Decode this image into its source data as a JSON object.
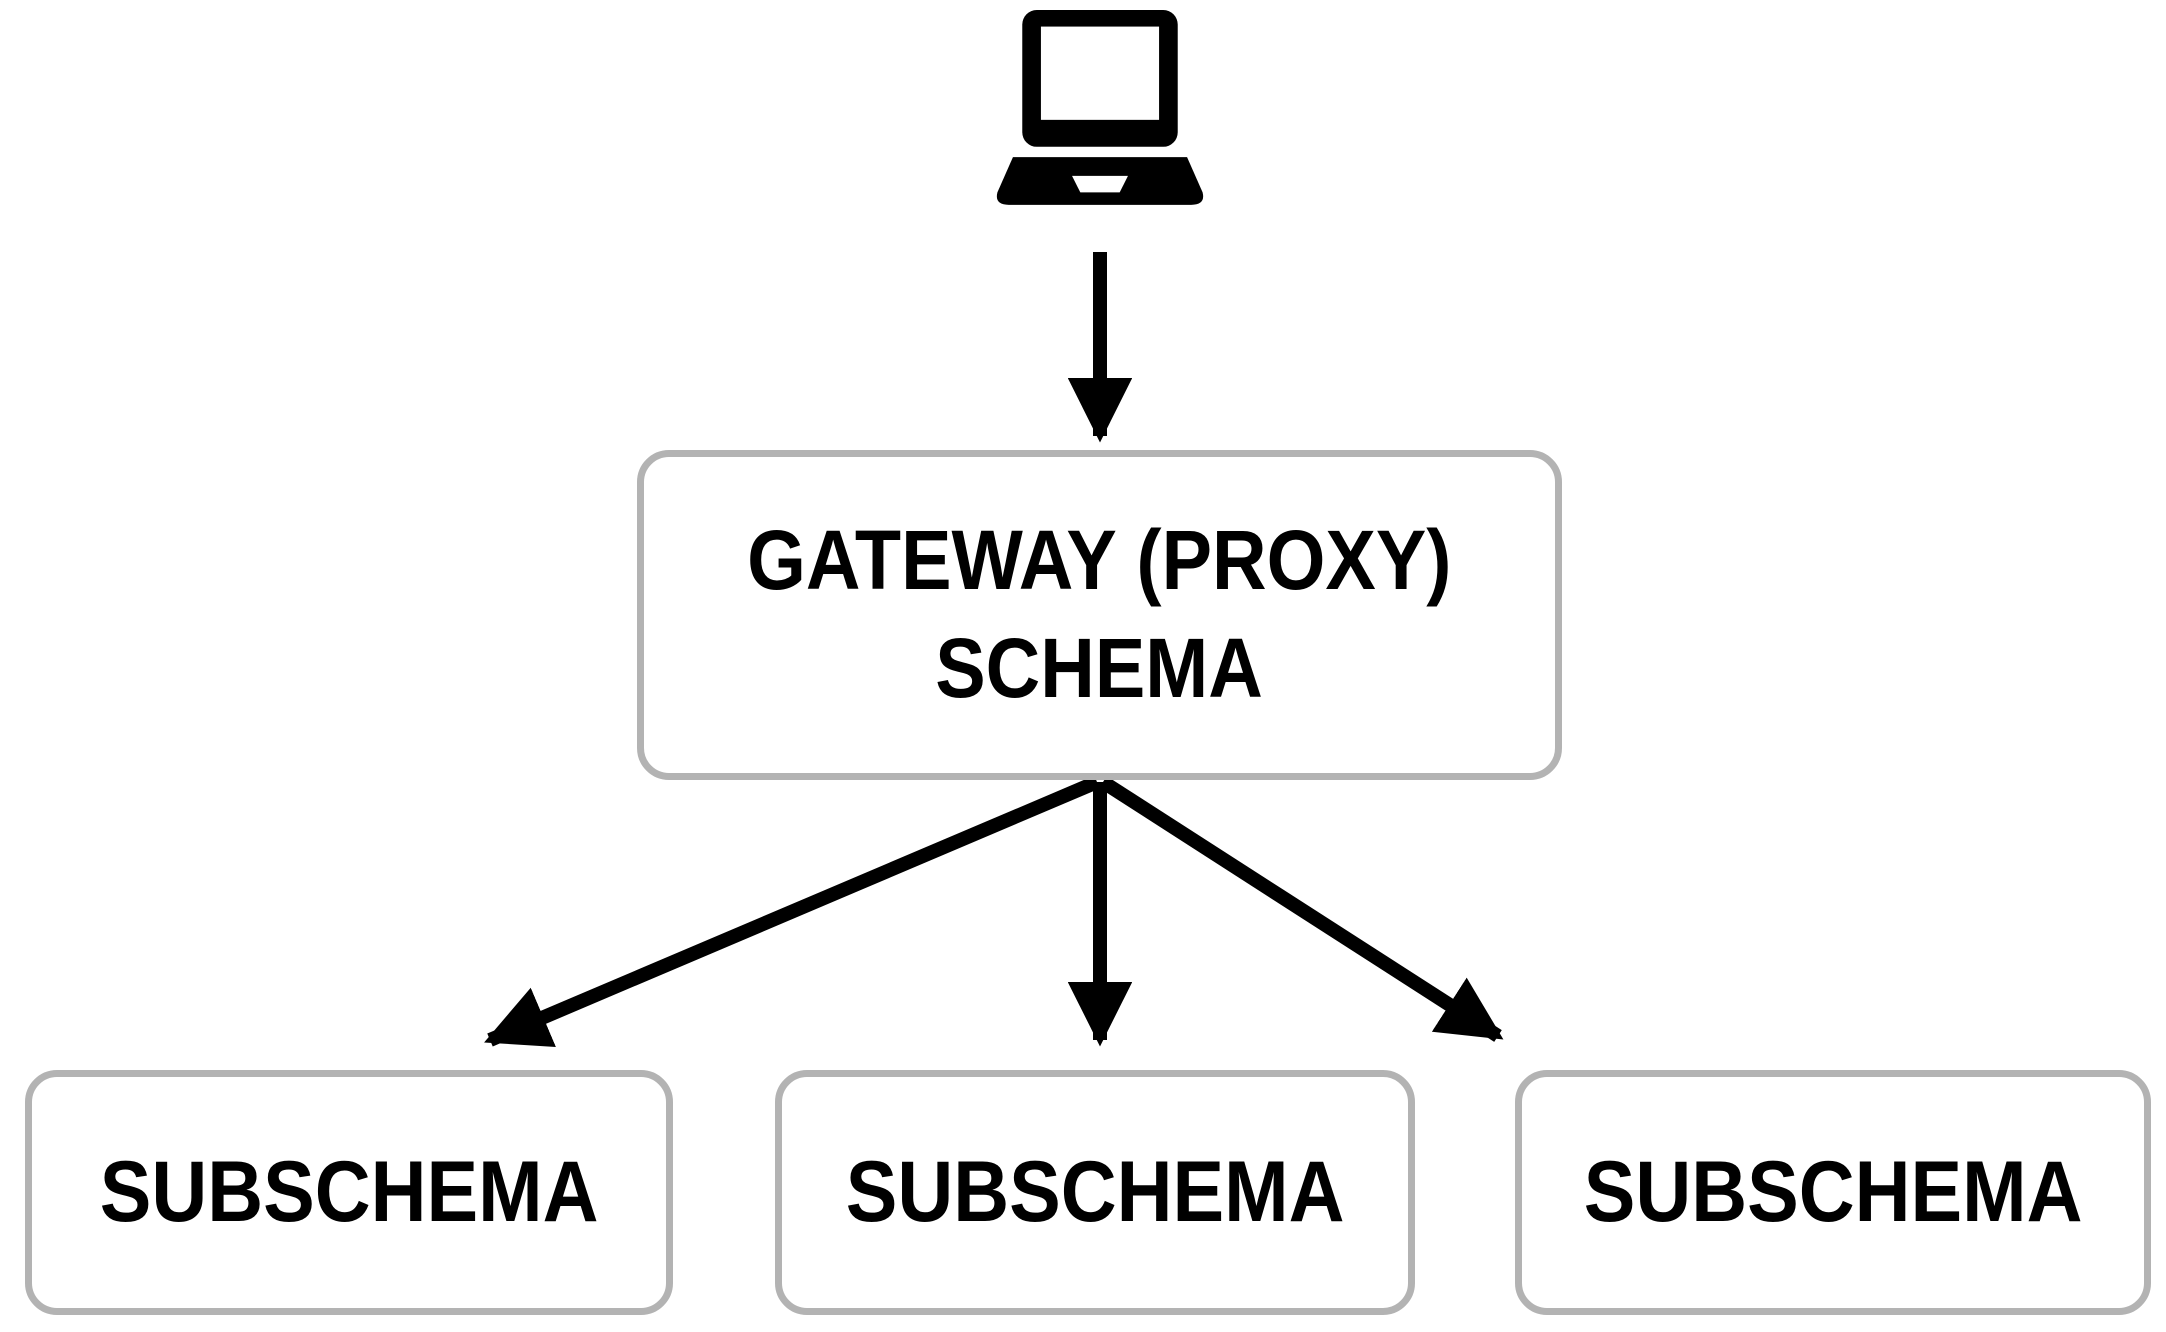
{
  "diagram": {
    "client": {
      "icon": "laptop-icon"
    },
    "gateway": {
      "label_line1": "GATEWAY (PROXY)",
      "label_line2": "SCHEMA"
    },
    "subschemas": [
      {
        "label": "SUBSCHEMA"
      },
      {
        "label": "SUBSCHEMA"
      },
      {
        "label": "SUBSCHEMA"
      }
    ],
    "edges": [
      {
        "from": "client",
        "to": "gateway"
      },
      {
        "from": "gateway",
        "to": "subschema-1"
      },
      {
        "from": "gateway",
        "to": "subschema-2"
      },
      {
        "from": "gateway",
        "to": "subschema-3"
      }
    ],
    "colors": {
      "background": "#ffffff",
      "box_border": "#b3b3b3",
      "box_fill": "#ffffff",
      "text": "#000000",
      "ink": "#000000"
    }
  }
}
